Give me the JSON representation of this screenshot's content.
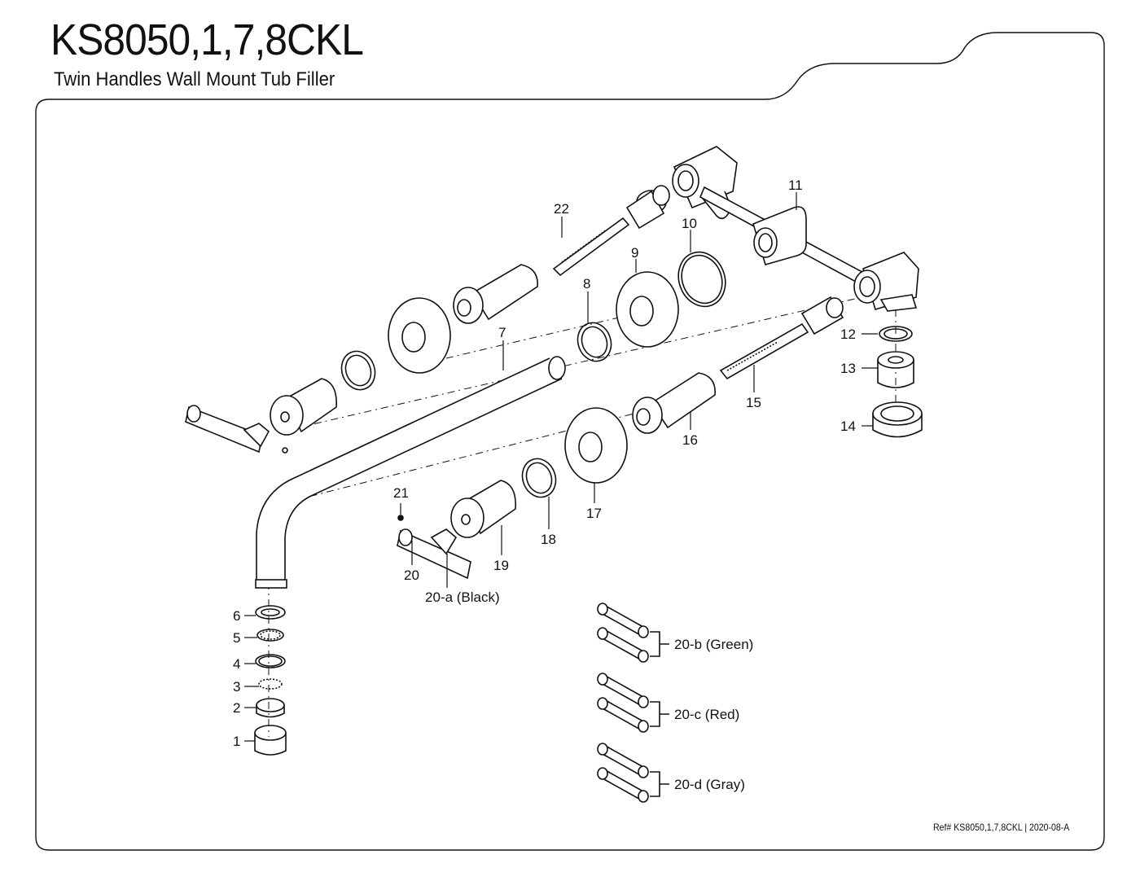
{
  "header": {
    "title": "KS8050,1,7,8CKL",
    "subtitle": "Twin Handles Wall Mount Tub Filler"
  },
  "footer": {
    "ref": "Ref# KS8050,1,7,8CKL | 2020-08-A"
  },
  "callouts": [
    "1",
    "2",
    "3",
    "4",
    "5",
    "6",
    "7",
    "8",
    "9",
    "10",
    "11",
    "12",
    "13",
    "14",
    "15",
    "16",
    "17",
    "18",
    "19",
    "20",
    "20-a (Black)",
    "21",
    "22",
    "20-b (Green)",
    "20-c (Red)",
    "20-d (Gray)"
  ]
}
